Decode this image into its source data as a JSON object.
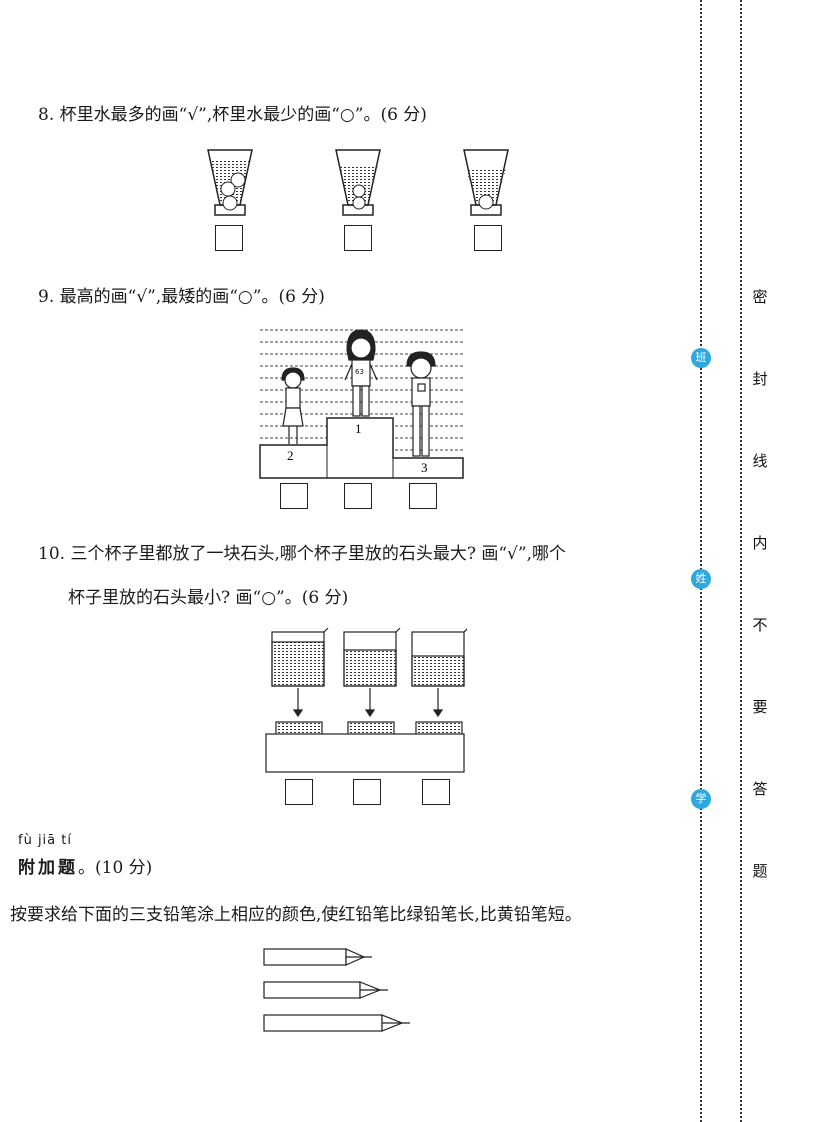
{
  "q8": {
    "text": "8. 杯里水最多的画“√”,杯里水最少的画“○”。(6 分)"
  },
  "q9": {
    "text": "9. 最高的画“√”,最矮的画“○”。(6 分)",
    "podium": [
      "1",
      "2",
      "3"
    ],
    "shirt": "63"
  },
  "q10": {
    "line1": "10. 三个杯子里都放了一块石头,哪个杯子里放的石头最大? 画“√”,哪个",
    "line2": "杯子里放的石头最小? 画“○”。(6 分)"
  },
  "bonus": {
    "pinyin": "fù jiā tí",
    "title": "附加题",
    "score": "。(10 分)",
    "instruction": "按要求给下面的三支铅笔涂上相应的颜色,使红铅笔比绿铅笔长,比黄铅笔短。"
  },
  "seal_line": [
    "密",
    "封",
    "线",
    "内",
    "不",
    "要",
    "答",
    "题"
  ],
  "bubbles": [
    "班",
    "姓",
    "学"
  ],
  "colors": {
    "bubble": "#2fa7df",
    "ink": "#1a1a1a"
  }
}
